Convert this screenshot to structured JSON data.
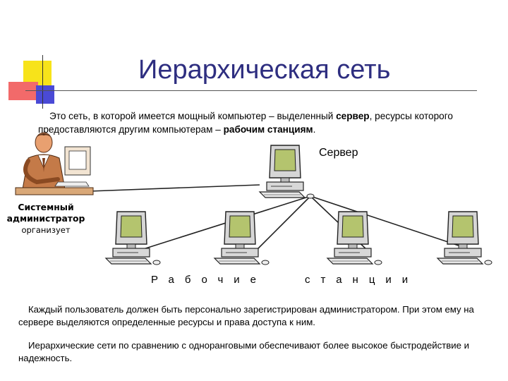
{
  "title": "Иерархическая сеть",
  "intro": {
    "part1": "Это сеть, в которой имеется мощный компьютер – выделенный ",
    "server_bold": "сервер",
    "part2": ", ресурсы которого предоставляются другим компьютерам – ",
    "workstations_bold": "рабочим станциям",
    "part3": "."
  },
  "server_label": "Сервер",
  "admin": {
    "line1": "Системный",
    "line2": "администратор",
    "line3": "организует"
  },
  "workstations_label": {
    "word1": "Рабочие",
    "word2": "станции"
  },
  "paragraphs": [
    "Каждый пользователь должен быть персонально зарегистрирован администратором. При этом ему на сервере выделяются  определенные ресурсы и права доступа к ним.",
    "Иерархические сети по сравнению с одноранговыми обеспечивают более высокое быстродействие и надежность."
  ],
  "colors": {
    "title": "#2e2e80",
    "deco_yellow": "#f7e31a",
    "deco_red": "#f05050",
    "deco_blue": "#4a4ad6",
    "screen_green": "#b4c46e"
  }
}
